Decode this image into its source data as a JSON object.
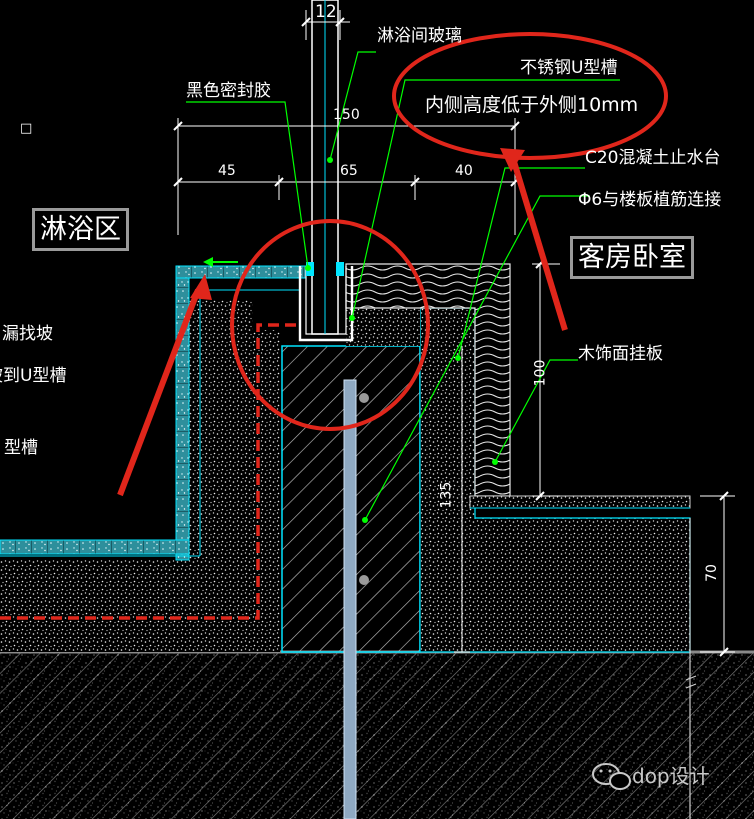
{
  "dimensions": {
    "top_width": "12",
    "total_width": "150",
    "left_part": "45",
    "mid_part": "65",
    "right_part": "40",
    "wall_height": "100",
    "inner_height": "135",
    "floor_thickness": "70"
  },
  "labels": {
    "shower_glass": "淋浴间玻璃",
    "black_sealant": "黑色密封胶",
    "steel_u_channel": "不锈钢U型槽",
    "inner_height_note": "内侧高度低于外侧10mm",
    "concrete_curb": "C20混凝土止水台",
    "rebar_note": "Φ6与楼板植筋连接",
    "wood_skirting": "木饰面挂板"
  },
  "zones": {
    "shower_area": "淋浴区",
    "guest_bedroom": "客房卧室"
  },
  "left_partial": {
    "small_mark": "□",
    "line1": "漏找坡",
    "line2": "坡到U型槽",
    "line3": "型槽"
  },
  "watermark": {
    "text": "dop设计"
  },
  "colors": {
    "background": "#000000",
    "cad_cyan": "#00e5ff",
    "dim_green": "#00ff00",
    "annotation_red": "#e0261b",
    "text_white": "#ffffff",
    "hatch_gray": "#c8c8c8"
  }
}
